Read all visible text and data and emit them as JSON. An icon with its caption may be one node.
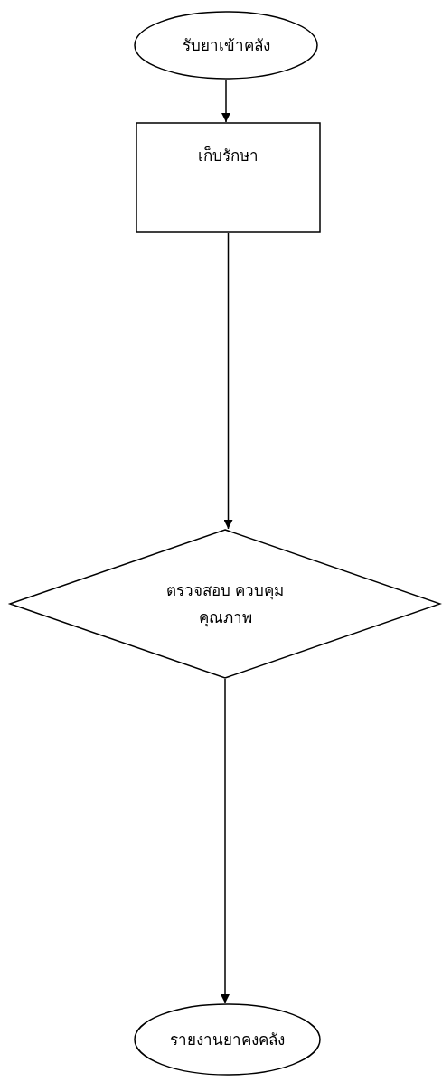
{
  "diagram": {
    "nodes": [
      {
        "text": [
          "รับยาเข้าคลัง"
        ]
      },
      {
        "text": [
          "เก็บรักษา"
        ]
      },
      {
        "text": [
          "ตรวจสอบ ควบคุมคุณภาพ"
        ]
      },
      {
        "text": [
          "รายงานยาคงคลัง"
        ]
      }
    ],
    "edges": [
      {
        "from": 0,
        "to": 1,
        "arrow": "to"
      },
      {
        "from": 1,
        "to": 2,
        "arrow": "to"
      },
      {
        "from": 2,
        "to": 3,
        "arrow": "to"
      }
    ]
  }
}
